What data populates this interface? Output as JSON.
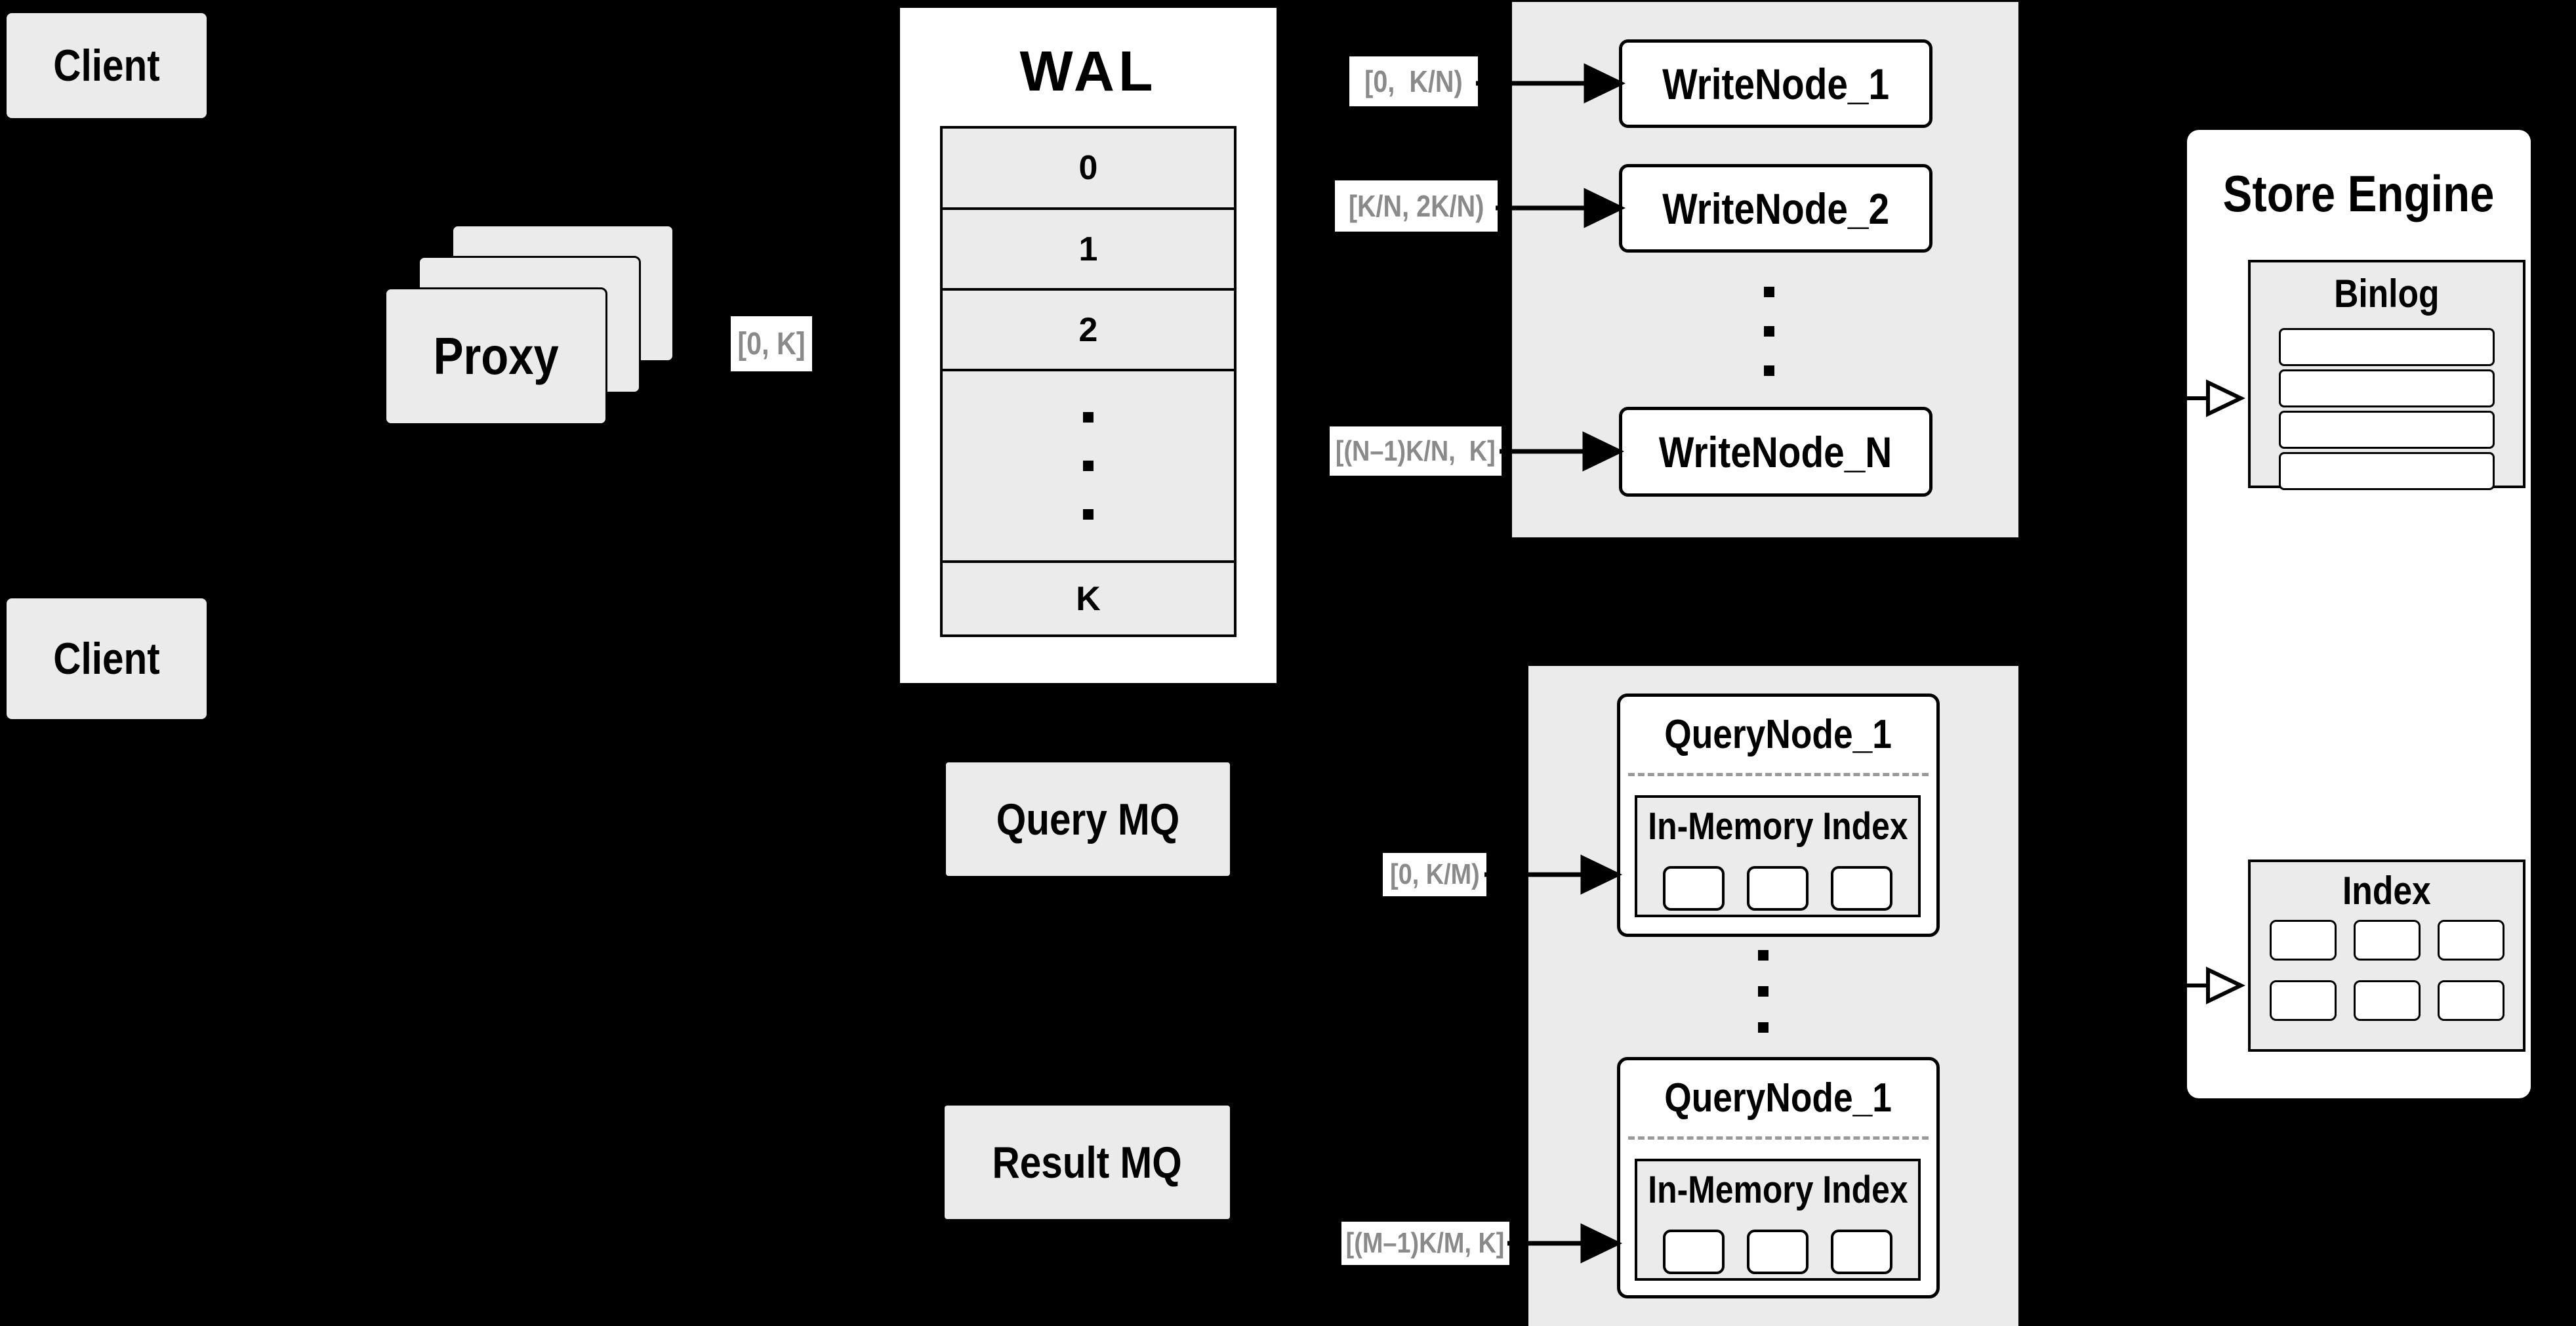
{
  "colors": {
    "background": "#000000",
    "panel_gray": "#ebebeb",
    "box_white": "#ffffff",
    "border_black": "#000000",
    "range_label_text": "#8a8a8a",
    "dashed_divider": "#9a9a9a"
  },
  "client_top": {
    "label": "Client"
  },
  "client_bottom": {
    "label": "Client"
  },
  "proxy": {
    "label": "Proxy",
    "range_label": "[0, K]"
  },
  "wal": {
    "title": "WAL",
    "rows": [
      "0",
      "1",
      "2",
      "K"
    ]
  },
  "write_section": {
    "ranges": [
      "[0,  K/N)",
      "[K/N, 2K/N)",
      "[(N–1)K/N,  K]"
    ],
    "nodes": [
      "WriteNode_1",
      "WriteNode_2",
      "WriteNode_N"
    ]
  },
  "query_section": {
    "ranges": [
      "[0, K/M)",
      "[(M–1)K/M, K]"
    ],
    "nodes": [
      {
        "title": "QueryNode_1",
        "index_title": "In-Memory Index"
      },
      {
        "title": "QueryNode_1",
        "index_title": "In-Memory Index"
      }
    ]
  },
  "mq": {
    "query": "Query MQ",
    "result": "Result MQ"
  },
  "store_engine": {
    "title": "Store Engine",
    "binlog_title": "Binlog",
    "index_title": "Index"
  }
}
